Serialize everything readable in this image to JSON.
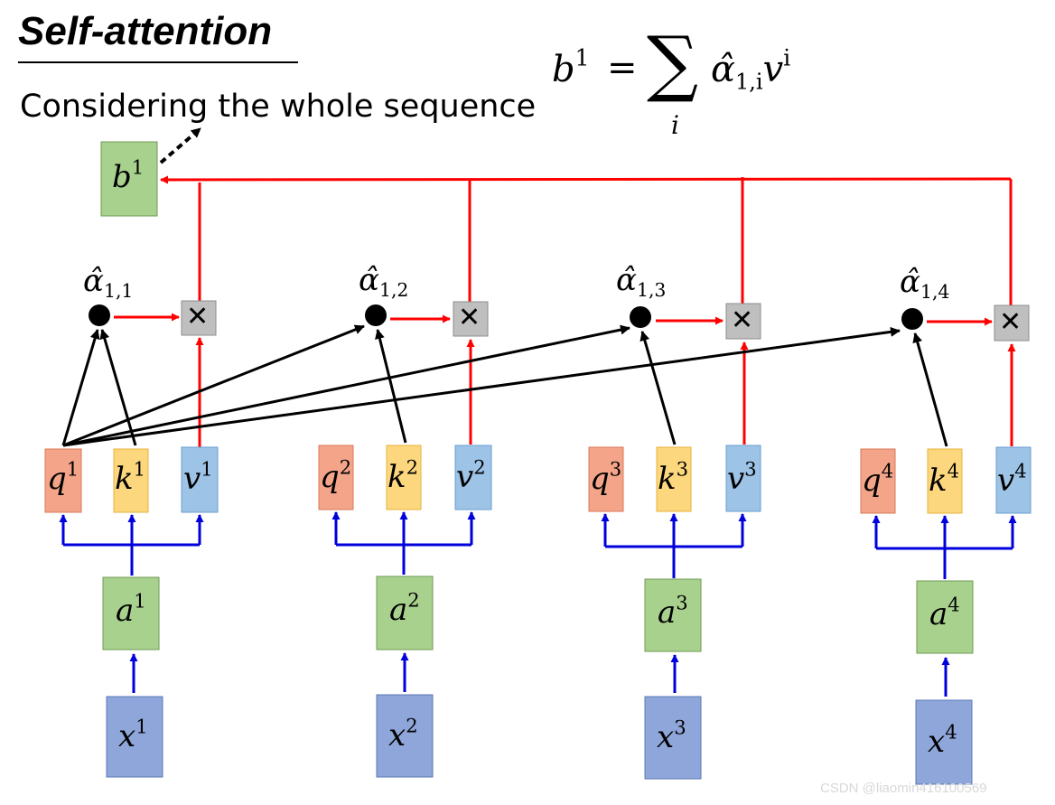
{
  "title": "Self-attention",
  "subtitle": "Considering the whole sequence",
  "formula": {
    "lhs": "b",
    "lhs_sup": "1",
    "equals": "=",
    "sigma": "∑",
    "index": "i",
    "alpha_hat": "α̂",
    "alpha_sub": "1,i",
    "v": "v",
    "v_sup": "i"
  },
  "output": {
    "symbol": "b",
    "sup": "1"
  },
  "columns": [
    {
      "alpha": "α̂",
      "alpha_sub": "1,1",
      "q": "q",
      "k": "k",
      "v": "v",
      "a": "a",
      "x": "x",
      "idx": "1"
    },
    {
      "alpha": "α̂",
      "alpha_sub": "1,2",
      "q": "q",
      "k": "k",
      "v": "v",
      "a": "a",
      "x": "x",
      "idx": "2"
    },
    {
      "alpha": "α̂",
      "alpha_sub": "1,3",
      "q": "q",
      "k": "k",
      "v": "v",
      "a": "a",
      "x": "x",
      "idx": "3"
    },
    {
      "alpha": "α̂",
      "alpha_sub": "1,4",
      "q": "q",
      "k": "k",
      "v": "v",
      "a": "a",
      "x": "x",
      "idx": "4"
    }
  ],
  "multiply_glyph": "✕",
  "watermark": "CSDN @liaomin416100569",
  "colors": {
    "arrow_red": "#ff0000",
    "arrow_blue": "#0000dd",
    "arrow_black": "#000000",
    "q_fill": "#f4a488",
    "k_fill": "#fdd77e",
    "v_fill": "#9dc3e6",
    "a_fill": "#a9d18e",
    "x_fill": "#8ea6d9",
    "mult_fill": "#bfbfbf"
  }
}
